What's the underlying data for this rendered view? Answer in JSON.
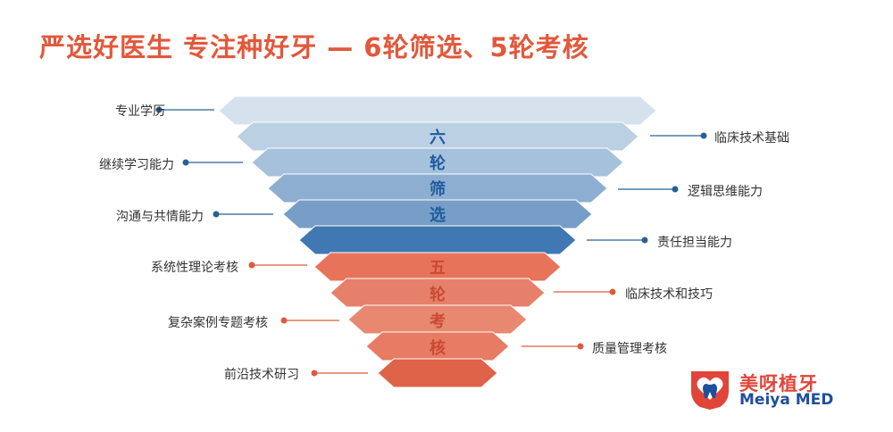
{
  "title": "严选好医生 专注种好牙 — 6轮筛选、5轮考核",
  "colors": {
    "title": "#e2583b",
    "screen_text": "#1f5c9e",
    "exam_text": "#c94a31",
    "blue_dot": "#2a5f96",
    "red_dot": "#dd5a3c",
    "blue_bars": [
      "#d5e2ee",
      "#bcd0e4",
      "#a5c1dc",
      "#8eaed1",
      "#779ec7",
      "#3f78b2"
    ],
    "red_bars": [
      "#e8735b",
      "#e6806a",
      "#e88870",
      "#e77b63",
      "#de6348"
    ],
    "logo_red": "#e1453a",
    "logo_blue": "#1f4f9c"
  },
  "screening": {
    "stage_chars": [
      "六",
      "轮",
      "筛",
      "选"
    ],
    "items": [
      "专业学历",
      "临床技术基础",
      "继续学习能力",
      "逻辑思维能力",
      "沟通与共情能力",
      "责任担当能力"
    ]
  },
  "exams": {
    "stage_chars": [
      "五",
      "轮",
      "考",
      "核"
    ],
    "items": [
      "系统性理论考核",
      "临床技术和技巧",
      "复杂案例专题考核",
      "质量管理考核",
      "前沿技术研习"
    ]
  },
  "logo": {
    "name_cn": "美呀植牙",
    "name_en": "Meiya MED",
    "icon": "tooth-heart-logo-icon"
  }
}
